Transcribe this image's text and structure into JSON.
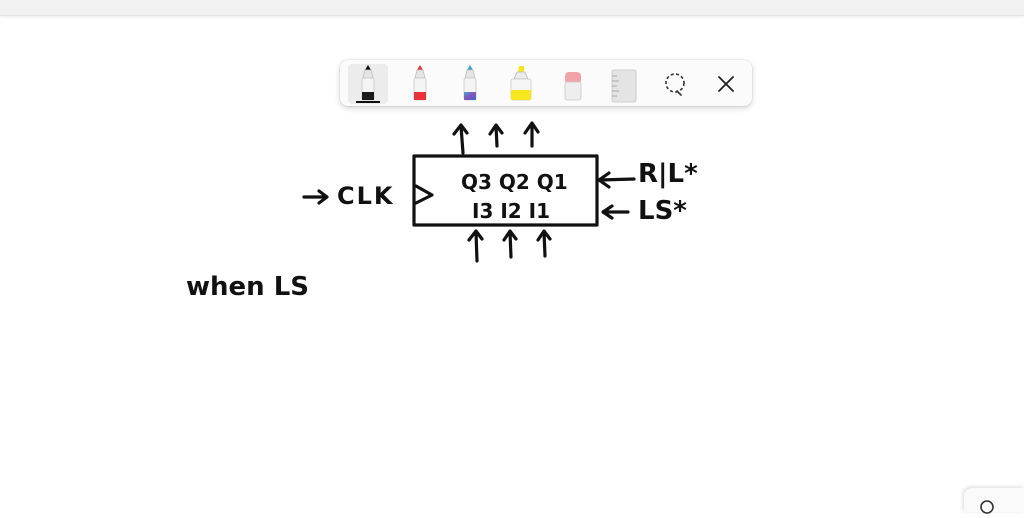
{
  "toolbar": {
    "tools": [
      {
        "id": "black-pen",
        "icon": "black-pen-icon",
        "color": "#1a1a1a",
        "selected": true
      },
      {
        "id": "red-pen",
        "icon": "red-pen-icon",
        "color": "#e8323c",
        "selected": false
      },
      {
        "id": "galaxy-pen",
        "icon": "galaxy-pen-icon",
        "color": "#3fa7c9",
        "selected": false
      },
      {
        "id": "highlighter",
        "icon": "highlighter-icon",
        "color": "#f6e71d",
        "selected": false
      },
      {
        "id": "eraser",
        "icon": "eraser-icon",
        "color": "#f2a3a8",
        "selected": false
      },
      {
        "id": "ruler",
        "icon": "ruler-icon",
        "color": "#d6d6d6",
        "selected": false
      }
    ],
    "lasso_icon": "lasso-select-icon",
    "close_icon": "close-icon"
  },
  "whiteboard": {
    "clk_label": "CLK",
    "q_outputs": "Q3 Q2 Q1",
    "i_inputs": "I3 I2 I1",
    "rl_label": "R|L*",
    "ls_label": "LS*",
    "note_text": "when LS"
  }
}
